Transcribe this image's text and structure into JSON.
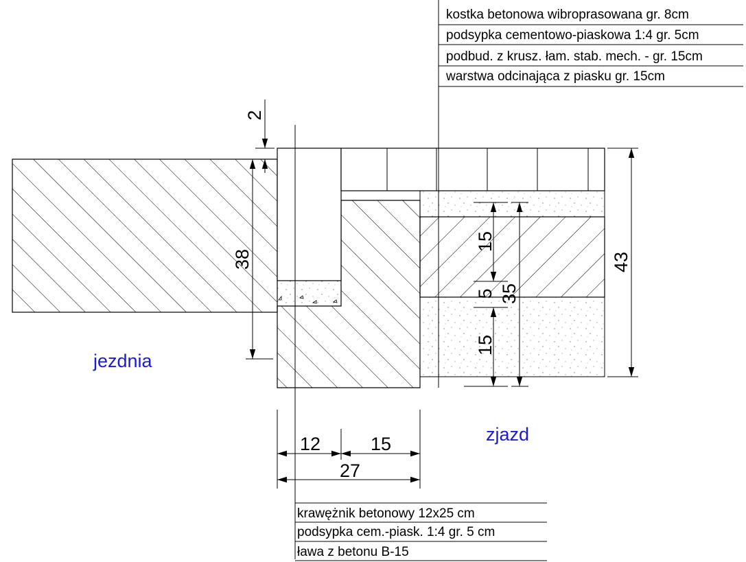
{
  "top_labels": [
    "kostka betonowa wibroprasowana gr. 8cm",
    "podsypka cementowo-piaskowa 1:4 gr. 5cm",
    "podbud. z krusz. łam. stab. mech. - gr. 15cm",
    "warstwa odcinająca z piasku gr. 15cm"
  ],
  "bottom_labels": [
    "krawężnik betonowy 12x25 cm",
    "podsypka cem.-piask. 1:4 gr. 5 cm",
    "ława z betonu B-15"
  ],
  "areas": {
    "road": "jezdnia",
    "driveway": "zjazd"
  },
  "dimensions": {
    "curb_reveal": "2",
    "road_height": "38",
    "base_layer": "15",
    "bedding_layer": "5",
    "sand_layer": "15",
    "layers_total": "35",
    "total_height": "43",
    "curb_width": "12",
    "footing_ext": "15",
    "footing_width": "27"
  },
  "colors": {
    "lines": "#000000",
    "area_labels": "#1a1ad8",
    "background": "#ffffff"
  }
}
